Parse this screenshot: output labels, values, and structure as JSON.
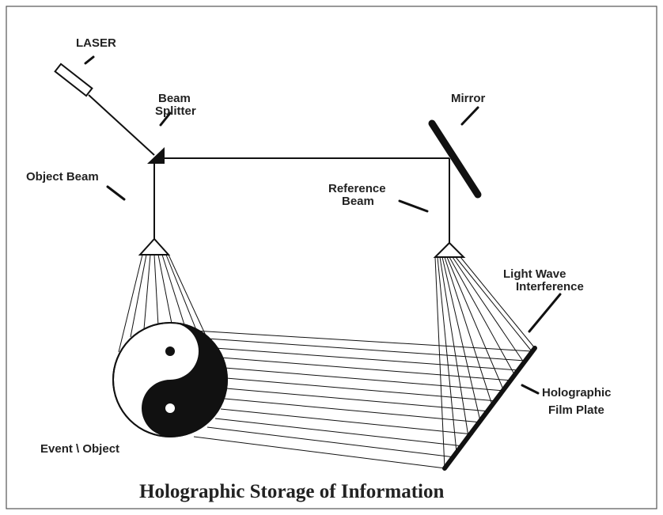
{
  "labels": {
    "laser": "LASER",
    "beam_splitter_1": "Beam",
    "beam_splitter_2": "Splitter",
    "mirror": "Mirror",
    "object_beam": "Object Beam",
    "reference_beam_1": "Reference",
    "reference_beam_2": "Beam",
    "light_wave_1": "Light Wave",
    "light_wave_2": "Interference",
    "film_plate_1": "Holographic",
    "film_plate_2": "Film Plate",
    "event_object": "Event \\ Object"
  },
  "title": "Holographic Storage of Information",
  "colors": {
    "ink": "#111111",
    "frame": "#555555"
  },
  "icons": {
    "object": "yin-yang-icon"
  }
}
